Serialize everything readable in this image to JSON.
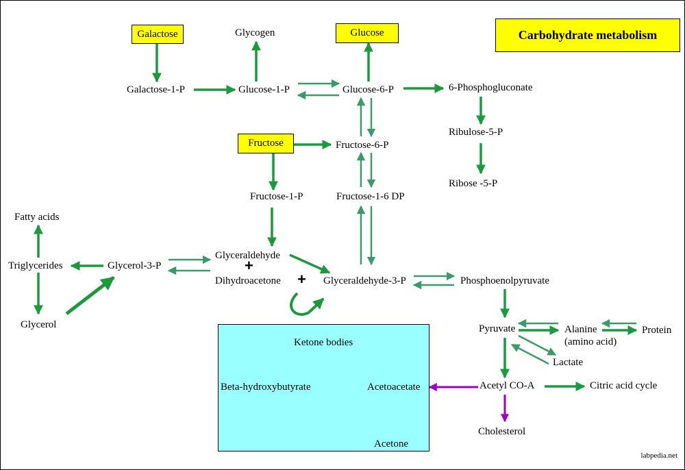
{
  "title": "Carbohydrate metabolism",
  "colors": {
    "pathway": "#1a9a3c",
    "reversible": "#3a9a6a",
    "cholesterol": "#9900cc",
    "highlight": "#ffff00",
    "ketone_box": "#99ffff"
  },
  "nodes": {
    "galactose": "Galactose",
    "glucose": "Glucose",
    "fructose": "Fructose",
    "glycogen": "Glycogen",
    "galactose_1p": "Galactose-1-P",
    "glucose_1p": "Glucose-1-P",
    "glucose_6p": "Glucose-6-P",
    "phosphogluconate": "6-Phosphogluconate",
    "ribulose_5p": "Ribulose-5-P",
    "ribose_5p": "Ribose -5-P",
    "fructose_6p": "Fructose-6-P",
    "fructose_1p": "Fructose-1-P",
    "fructose_16dp": "Fructose-1-6 DP",
    "fatty_acids": "Fatty acids",
    "triglycerides": "Triglycerides",
    "glycerol_3p": "Glycerol-3-P",
    "glycerol": "Glycerol",
    "glyceraldehyde": "Glyceraldehyde",
    "dihydroacetone": "Dihydroacetone",
    "glyceraldehyde_3p": "Glyceraldehyde-3-P",
    "phosphoenolpyruvate": "Phosphoenolpyruvate",
    "pyruvate": "Pyruvate",
    "alanine": "Alanine",
    "alanine_note": "(amino acid)",
    "protein": "Protein",
    "lactate": "Lactate",
    "acetyl_coa": "Acetyl CO-A",
    "citric_acid_cycle": "Citric acid cycle",
    "cholesterol": "Cholesterol",
    "ketone_bodies": "Ketone bodies",
    "beta_hydroxybutyrate": "Beta-hydroxybutyrate",
    "acetoacetate": "Acetoacetate",
    "acetone": "Acetone"
  },
  "plus_symbols": [
    "+",
    "+"
  ],
  "credit": "labpedia.net"
}
